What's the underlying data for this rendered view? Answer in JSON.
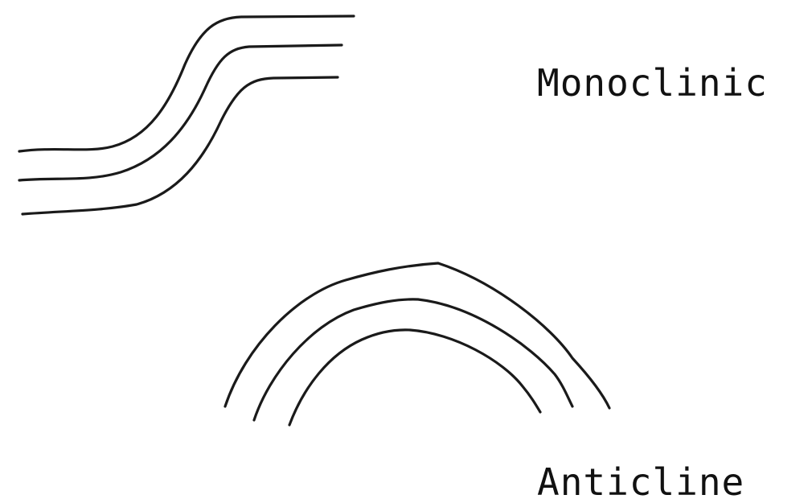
{
  "figures": [
    {
      "id": "monoclinic",
      "label": "Monoclinic",
      "layer_count": 3
    },
    {
      "id": "anticline",
      "label": "Anticline",
      "layer_count": 3
    }
  ],
  "colors": {
    "stroke": "#1a1a1a",
    "text": "#111111",
    "background": "#ffffff"
  }
}
